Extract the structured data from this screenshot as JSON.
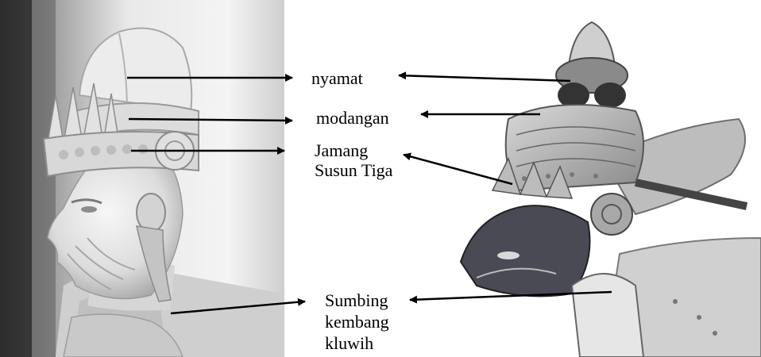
{
  "labels": {
    "nyamat": "nyamat",
    "modangan": "modangan",
    "jamang_line1": "Jamang",
    "jamang_line2": "Susun Tiga",
    "sumbing_line1": "Sumbing",
    "sumbing_line2": "kembang",
    "sumbing_line3": "kluwih"
  },
  "images": {
    "left": "statue-head-photo",
    "right": "wayang-puppet-photo"
  }
}
